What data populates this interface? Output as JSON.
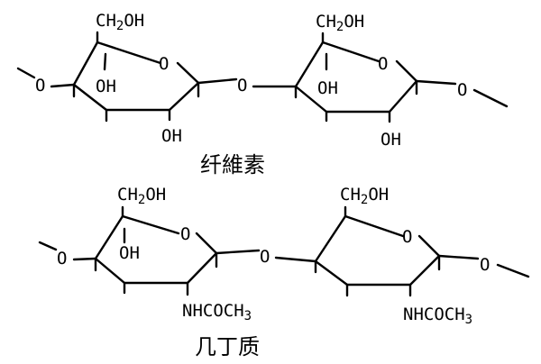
{
  "cellulose": {
    "name": "纤維素",
    "unit1": {
      "substituent": "CH2OH",
      "c2_group": "OH",
      "c3_group": "OH",
      "ring_oxygen": "O"
    },
    "unit2": {
      "substituent": "CH2OH",
      "c2_group": "OH",
      "c3_group": "OH",
      "ring_oxygen": "O"
    },
    "link_left": "O",
    "link_mid": "O",
    "link_right": "O"
  },
  "chitin": {
    "name": "几丁质",
    "unit1": {
      "substituent": "CH2OH",
      "c2_group": "OH",
      "c3_group": "NHCOCH3",
      "ring_oxygen": "O"
    },
    "unit2": {
      "substituent": "CH2OH",
      "c3_group": "NHCOCH3",
      "ring_oxygen": "O"
    },
    "link_left": "O",
    "link_mid": "O",
    "link_right": "O"
  },
  "colors": {
    "ink": "#000000",
    "background": "#ffffff"
  }
}
